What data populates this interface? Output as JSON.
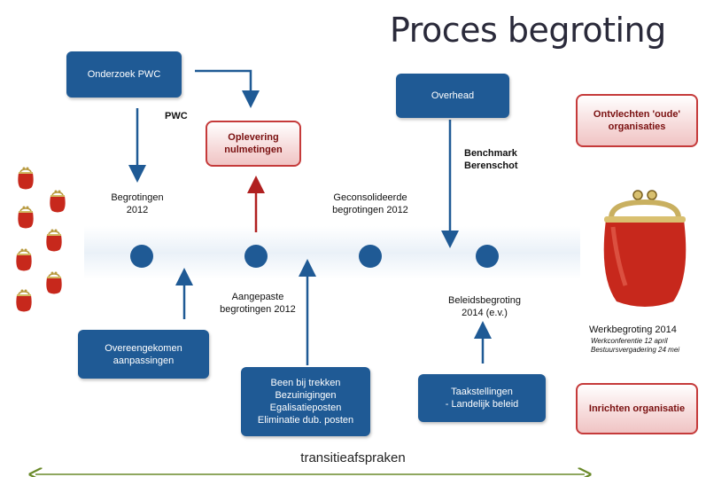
{
  "title": "Proces begroting",
  "boxes": {
    "onderzoek": "Onderzoek PWC",
    "overhead": "Overhead",
    "oplevering": [
      "Oplevering",
      "nulmetingen"
    ],
    "ontvlechten": [
      "Ontvlechten 'oude'",
      "organisaties"
    ],
    "inrichten": "Inrichten organisatie",
    "overeengekomen": [
      "Overeengekomen",
      "aanpassingen"
    ],
    "been": [
      "Been bij trekken",
      "Bezuinigingen",
      "Egalisatieposten",
      "Eliminatie dub. posten"
    ],
    "taakstellingen": [
      "Taakstellingen",
      "- Landelijk beleid"
    ]
  },
  "labels": {
    "pwc": "PWC",
    "begrotingen": [
      "Begrotingen",
      "2012"
    ],
    "geconsolideerde": [
      "Geconsolideerde",
      "begrotingen 2012"
    ],
    "benchmark": [
      "Benchmark",
      "Berenschot"
    ],
    "aangepaste": [
      "Aangepaste",
      "begrotingen 2012"
    ],
    "beleidsbegroting": [
      "Beleidsbegroting",
      "2014 (e.v.)"
    ],
    "werkbegroting": "Werkbegroting 2014",
    "werkbegroting_sub": [
      "Werkconferentie 12 april",
      "Bestuursvergadering 24 mei"
    ],
    "transitie": "transitieafspraken"
  },
  "colors": {
    "blue": "#1f5a95",
    "red_border": "#c53a3a",
    "purse_red": "#c7281c",
    "arrow_red": "#b02020",
    "green": "#6a8a2a"
  }
}
